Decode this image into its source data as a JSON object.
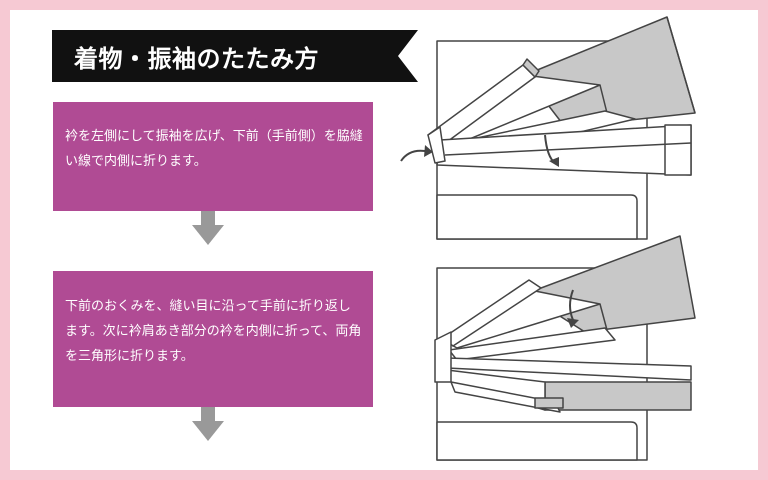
{
  "title": "着物・振袖のたたみ方",
  "steps": [
    {
      "text": "衿を左側にして振袖を広げ、下前（手前側）を脇縫い線で内側に折ります。"
    },
    {
      "text": "下前のおくみを、縫い目に沿って手前に折り返します。次に衿肩あき部分の衿を内側に折って、両角を三角形に折ります。"
    }
  ],
  "colors": {
    "background": "#f6c9d3",
    "card": "#ffffff",
    "banner": "#111111",
    "step_box": "#b04b94",
    "arrow": "#999999",
    "sleeve_gray": "#c8c8c8",
    "line": "#444444"
  }
}
